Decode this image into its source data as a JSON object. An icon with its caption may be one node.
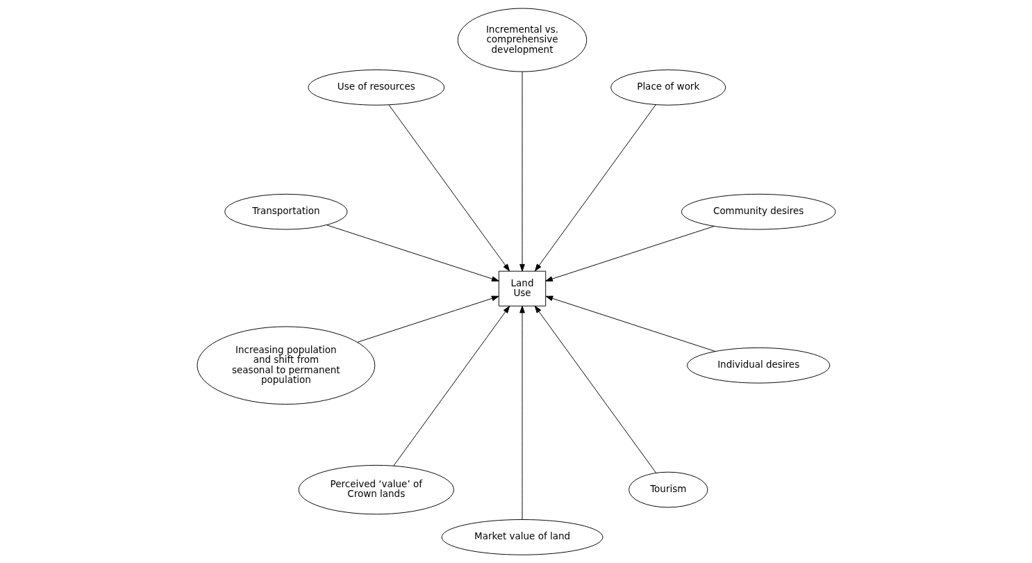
{
  "diagram": {
    "nodes": [
      {
        "text": [
          "Community desires"
        ]
      },
      {
        "text": [
          "Place of work"
        ]
      },
      {
        "text": [
          "Incremental vs. comprehensive development"
        ]
      },
      {
        "text": [
          "Use of resources"
        ]
      },
      {
        "text": [
          "Land Use"
        ]
      },
      {
        "text": [
          "Transportation"
        ]
      },
      {
        "text": [
          "Increasing population and shift from seasonal to permanent population"
        ]
      },
      {
        "text": [
          "Perceived ‘value’ of Crown lands"
        ]
      },
      {
        "text": [
          "Market value of land"
        ]
      },
      {
        "text": [
          "Tourism"
        ]
      },
      {
        "text": [
          "Individual desires"
        ]
      }
    ],
    "edges": [
      {
        "from": 0,
        "to": 4,
        "arrow": "to"
      },
      {
        "from": 1,
        "to": 4,
        "arrow": "to"
      },
      {
        "from": 2,
        "to": 4,
        "arrow": "to"
      },
      {
        "from": 3,
        "to": 4,
        "arrow": "to"
      },
      {
        "from": 5,
        "to": 4,
        "arrow": "to"
      },
      {
        "from": 6,
        "to": 4,
        "arrow": "to"
      },
      {
        "from": 7,
        "to": 4,
        "arrow": "to"
      },
      {
        "from": 8,
        "to": 4,
        "arrow": "to"
      },
      {
        "from": 9,
        "to": 4,
        "arrow": "to"
      },
      {
        "from": 10,
        "to": 4,
        "arrow": "to"
      }
    ]
  }
}
